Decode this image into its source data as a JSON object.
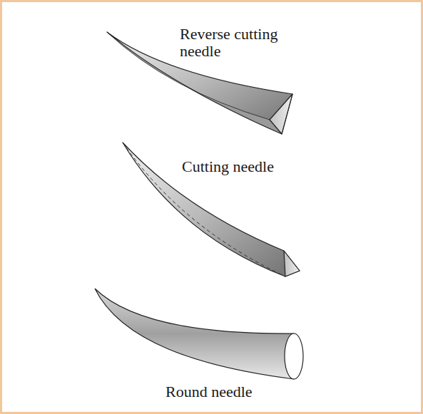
{
  "diagram": {
    "labels": [
      "Reverse cutting needle",
      "Cutting needle",
      "Round needle"
    ]
  }
}
